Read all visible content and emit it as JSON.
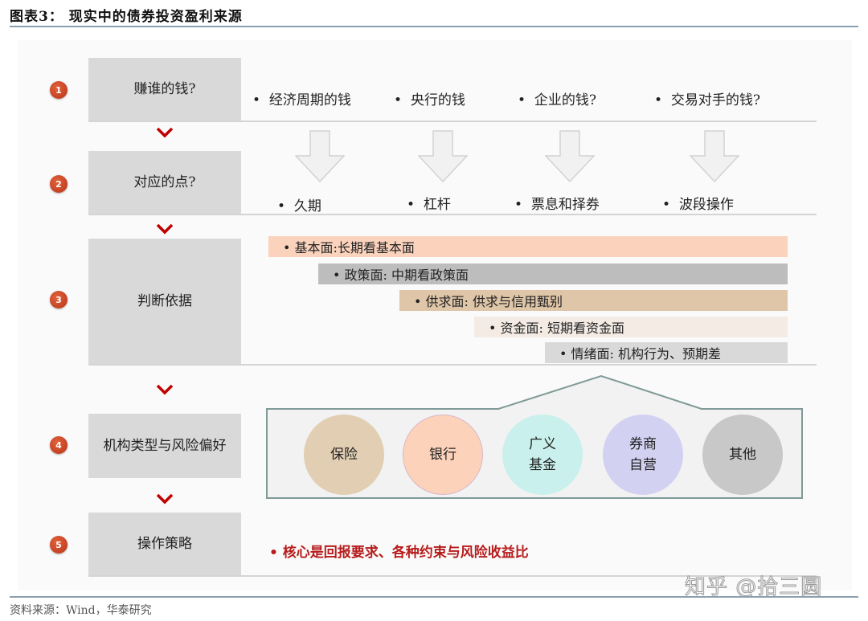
{
  "header": {
    "title": "图表3： 现实中的债券投资盈利来源"
  },
  "steps": [
    {
      "number": "1",
      "label": "赚谁的钱?"
    },
    {
      "number": "2",
      "label": "对应的点?"
    },
    {
      "number": "3",
      "label": "判断依据"
    },
    {
      "number": "4",
      "label": "机构类型与风险偏好"
    },
    {
      "number": "5",
      "label": "操作策略"
    }
  ],
  "whose_money": {
    "items": [
      "经济周期的钱",
      "央行的钱",
      "企业的钱?",
      "交易对手的钱?"
    ]
  },
  "points": {
    "items": [
      "久期",
      "杠杆",
      "票息和择券",
      "波段操作"
    ]
  },
  "criteria": {
    "bars": [
      {
        "text": "• 基本面:长期看基本面",
        "color": "#fbd3bd"
      },
      {
        "text": "• 政策面: 中期看政策面",
        "color": "#bdbdbd"
      },
      {
        "text": "• 供求面: 供求与信用甄别",
        "color": "#dfc6a8"
      },
      {
        "text": "• 资金面: 短期看资金面",
        "color": "#f3ebe4"
      },
      {
        "text": "• 情绪面: 机构行为、预期差",
        "color": "#d9d9d9"
      }
    ]
  },
  "institutions": {
    "items": [
      {
        "label": "保险",
        "color": "#e2ceb2"
      },
      {
        "label": "银行",
        "color": "#fcd3ba"
      },
      {
        "label": "广义基金",
        "color": "#c9f0ec"
      },
      {
        "label": "券商自营",
        "color": "#d3d1f2"
      },
      {
        "label": "其他",
        "color": "#c8c8c8"
      }
    ]
  },
  "strategy": {
    "text": "•  核心是回报要求、各种约束与风险收益比",
    "color": "#b71c1c"
  },
  "footer": {
    "source": "资料来源：Wind，华泰研究",
    "watermark": "知乎 @拾三圆"
  },
  "colors": {
    "badge": "#c8442a",
    "chevron": "#c00000",
    "step_box": "#d9d9d9",
    "rule": "#8aa0b0"
  }
}
